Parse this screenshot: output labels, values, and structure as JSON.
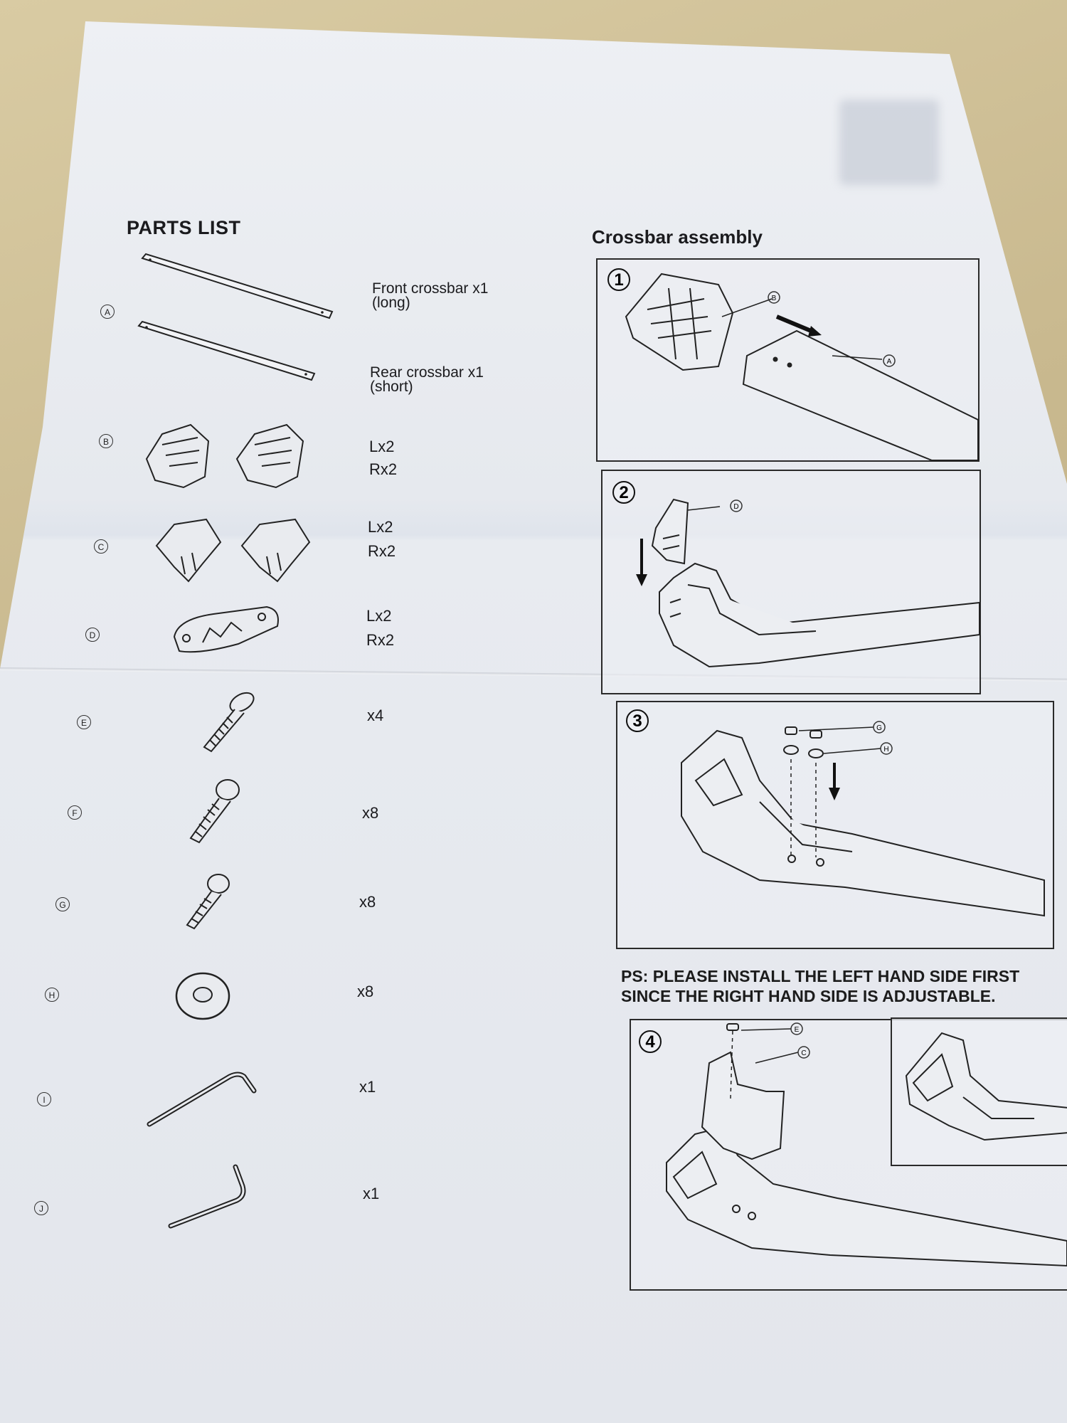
{
  "document": {
    "parts_title": "PARTS LIST",
    "assembly_title": "Crossbar assembly",
    "parts": [
      {
        "marker": "A",
        "lines": [
          "Front crossbar x1",
          "(long)"
        ]
      },
      {
        "marker": "A",
        "lines": [
          "Rear crossbar x1",
          "(short)"
        ]
      },
      {
        "marker": "B",
        "lines": [
          "Lx2",
          "Rx2"
        ]
      },
      {
        "marker": "C",
        "lines": [
          "Lx2",
          "Rx2"
        ]
      },
      {
        "marker": "D",
        "lines": [
          "Lx2",
          "Rx2"
        ]
      },
      {
        "marker": "E",
        "lines": [
          "x4"
        ]
      },
      {
        "marker": "F",
        "lines": [
          "x8"
        ]
      },
      {
        "marker": "G",
        "lines": [
          "x8"
        ]
      },
      {
        "marker": "H",
        "lines": [
          "x8"
        ]
      },
      {
        "marker": "I",
        "lines": [
          "x1"
        ]
      },
      {
        "marker": "J",
        "lines": [
          "x1"
        ]
      }
    ],
    "steps": [
      {
        "number": "1",
        "callouts": [
          "B",
          "A"
        ]
      },
      {
        "number": "2",
        "callouts": [
          "D"
        ]
      },
      {
        "number": "3",
        "callouts": [
          "G",
          "H"
        ]
      },
      {
        "number": "4",
        "callouts": [
          "E",
          "C"
        ]
      }
    ],
    "ps_note": [
      "PS: PLEASE INSTALL THE LEFT HAND SIDE FIRST",
      "SINCE THE RIGHT HAND SIDE IS ADJUSTABLE."
    ]
  },
  "colors": {
    "ink": "#1b1b1e",
    "paper": "#e8ebf0",
    "table": "#c9b98f"
  },
  "icons": [
    "crossbar-long-drawing",
    "crossbar-short-drawing",
    "foot-pad-drawing",
    "clamp-bracket-drawing",
    "end-cap-drawing",
    "screw-drawing",
    "washer-drawing",
    "allen-key-drawing"
  ]
}
